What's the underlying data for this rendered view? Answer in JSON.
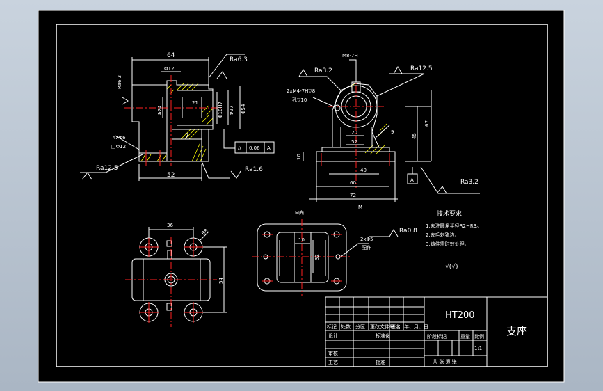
{
  "drawing": {
    "colors": {
      "background": "#000000",
      "line": "#ffffff",
      "hatch": "#ffff00",
      "center": "#ff2020",
      "dim": "#ffffff"
    },
    "front_view": {
      "dim_top": "64",
      "dim_bore": "Φ12",
      "dim_21": "21",
      "dim_7": "7",
      "dim_bottom": "52",
      "dim_phi24": "Φ24",
      "dim_phi18h7": "Φ18H7",
      "dim_phi27": "Φ27",
      "dim_phi54": "Φ54",
      "roughness_top": "Ra6.3",
      "roughness_left": "Ra12.5",
      "roughness_right": "Ra1.6",
      "side_mark": "Ra6.3",
      "holes_label_1": "4xΦ6",
      "holes_label_2": "□Φ12",
      "tolerance_value": "0.06",
      "tolerance_ref": "A"
    },
    "side_view": {
      "thread_top": "M8-7H",
      "thread_left_1": "2xM4-7H▽8",
      "thread_left_2": "孔▽10",
      "roughness_left": "Ra3.2",
      "roughness_right": "Ra12.5",
      "roughness_bottom": "Ra3.2",
      "dim_20": "20",
      "dim_52": "52",
      "dim_10": "10",
      "dim_40": "40",
      "dim_60": "60",
      "dim_72": "72",
      "dim_45": "45",
      "dim_67": "67",
      "dim_angle": "9",
      "datum": "A",
      "view_mark": "M"
    },
    "top_view": {
      "dim_36": "36",
      "dim_r8": "R8",
      "dim_54": "54"
    },
    "m_view": {
      "title": "M向",
      "dim_10": "10",
      "dim_32": "32",
      "note_1": "2xΦ5",
      "note_2": "配作",
      "roughness": "Ra0.8"
    },
    "requirements": {
      "title": "技术要求",
      "items": [
        "1.未注圆角半径R2~R3。",
        "2.去毛刺锐边。",
        "3.铸件需时效处理。"
      ],
      "symbol": "√(√)"
    },
    "title_block": {
      "material": "HT200",
      "name": "支座",
      "header_cells": [
        "标记",
        "处数",
        "分区",
        "更改文件号",
        "签名",
        "年、月、日"
      ],
      "row_design": "设计",
      "row_standard": "标准化",
      "row_review": "审核",
      "row_process": "工艺",
      "row_approve": "批准",
      "stage_labels": [
        "阶段标记",
        "重量",
        "比例"
      ],
      "scale": "1:1",
      "sheet_text": "共 张 第 张"
    }
  }
}
